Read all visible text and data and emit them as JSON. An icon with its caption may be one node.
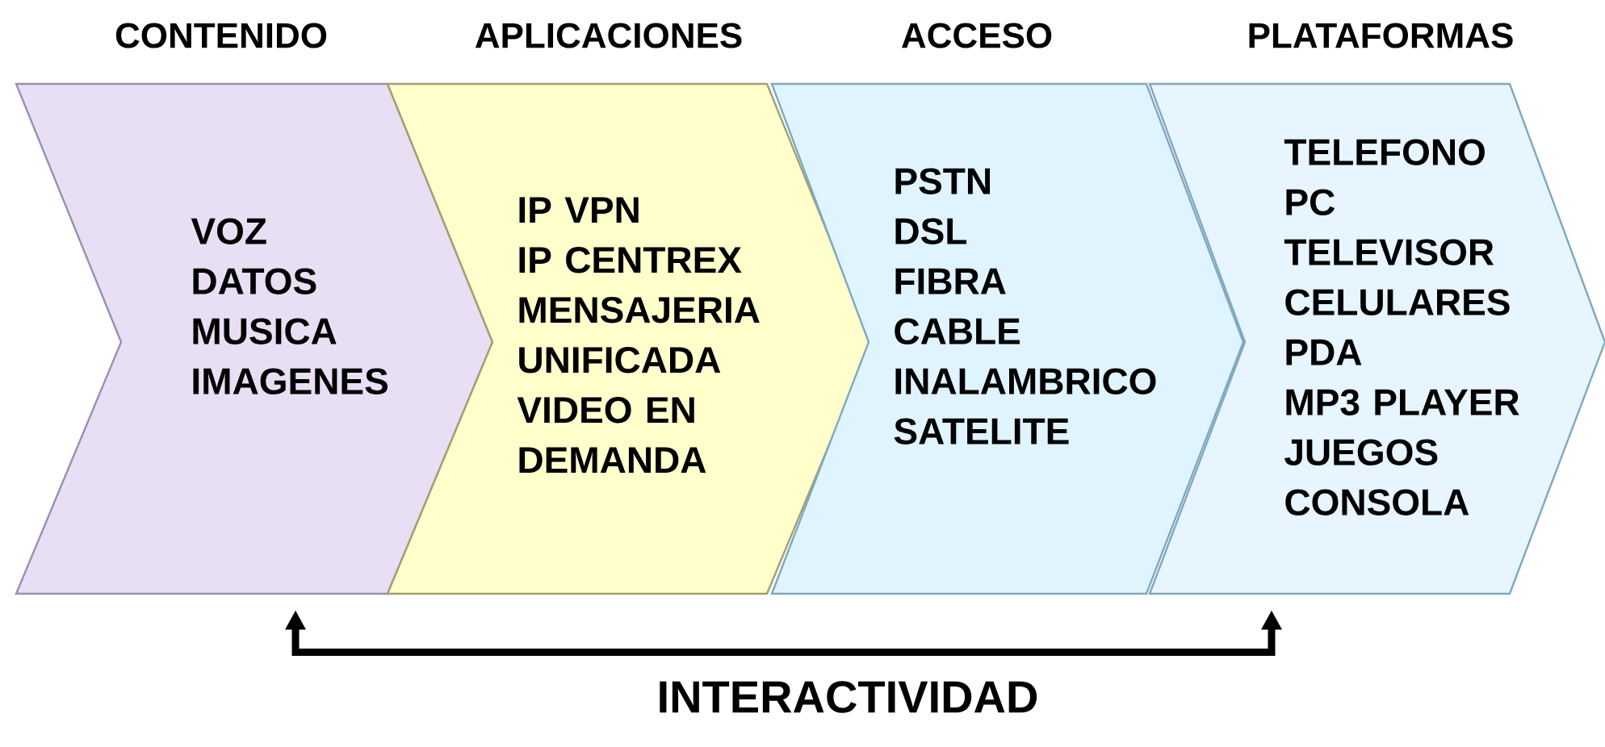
{
  "diagram": {
    "nodes": [
      {
        "text": [
          "CONTENIDO",
          "VOZ",
          "DATOS",
          "MUSICA",
          "IMAGENES"
        ]
      },
      {
        "text": [
          "APLICACIONES",
          "IP VPN",
          "IP CENTREX",
          "MENSAJERIA UNIFICADA",
          "VIDEO EN DEMANDA"
        ]
      },
      {
        "text": [
          "ACCESO",
          "PSTN",
          "DSL",
          "FIBRA",
          "CABLE",
          "INALAMBRICO",
          "SATELITE"
        ]
      },
      {
        "text": [
          "PLATAFORMAS",
          "TELEFONO",
          "PC",
          "TELEVISOR",
          "CELULARES",
          "PDA",
          "MP3 PLAYER",
          "JUEGOS",
          "CONSOLA"
        ]
      }
    ],
    "edges": [
      {
        "from": 0,
        "to": 3,
        "arrow": "both",
        "label": "INTERACTIVIDAD"
      }
    ]
  }
}
